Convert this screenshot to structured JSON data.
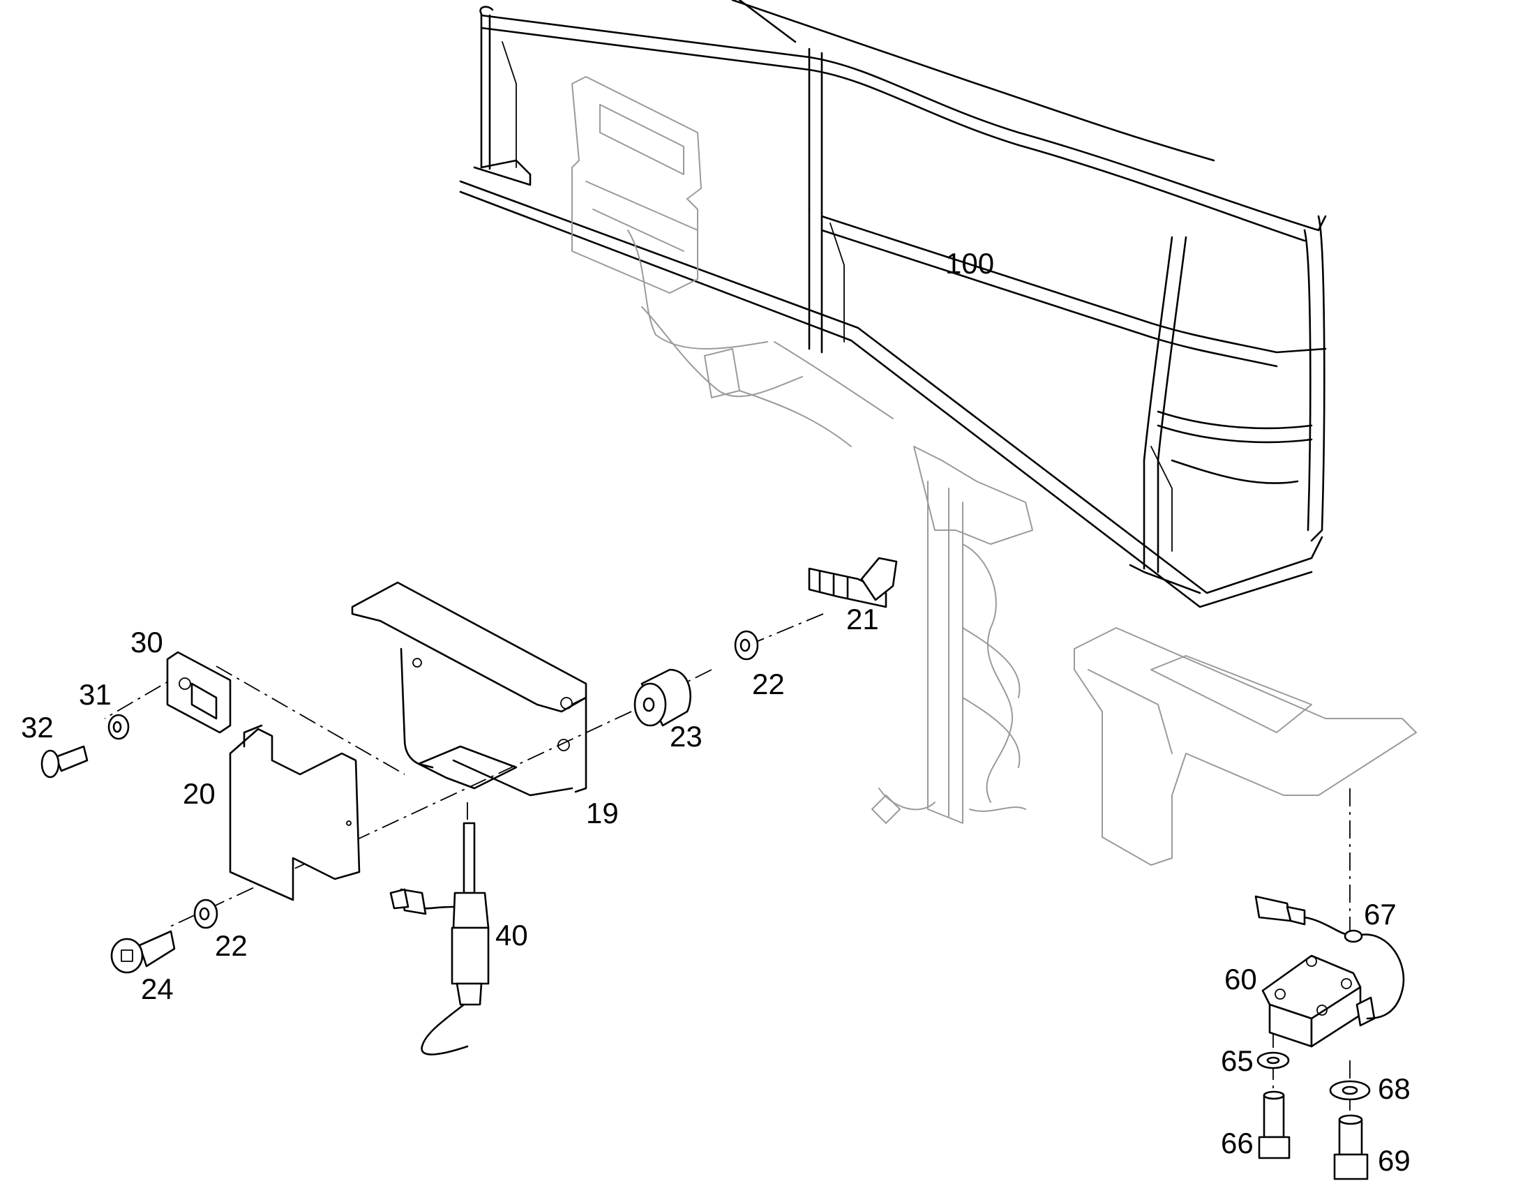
{
  "labels": {
    "p19": "19",
    "p20": "20",
    "p21": "21",
    "p22a": "22",
    "p22b": "22",
    "p23": "23",
    "p24": "24",
    "p30": "30",
    "p31": "31",
    "p32": "32",
    "p40": "40",
    "p60": "60",
    "p65": "65",
    "p66": "66",
    "p67": "67",
    "p68": "68",
    "p69": "69",
    "p100": "100"
  },
  "colors": {
    "line": "#000000",
    "ghost": "#9a9a9a",
    "background": "#ffffff"
  }
}
